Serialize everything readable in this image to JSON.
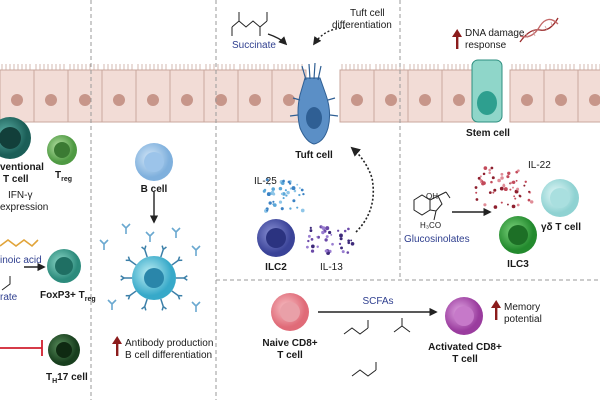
{
  "labels": {
    "conventional_t_cell_a": "ventional",
    "conventional_t_cell_b": "T cell",
    "treg_top": "T",
    "treg_top_sub": "reg",
    "ifn_a": "IFN-γ",
    "ifn_b": "expression",
    "retinoic_acid": "inoic acid",
    "rate": "rate",
    "foxp3": "FoxP3+ T",
    "foxp3_sub": "reg",
    "th17": "T",
    "th17_sub": "H",
    "th17_tail": "17 cell",
    "b_cell": "B cell",
    "antibody_a": "Antibody production",
    "antibody_b": "B cell differentiation",
    "succinate": "Succinate",
    "tuft_diff_a": "Tuft cell",
    "tuft_diff_b": "differentiation",
    "tuft_cell": "Tuft cell",
    "il25": "IL-25",
    "ilc2": "ILC2",
    "il13": "IL-13",
    "dna_a": "DNA damage",
    "dna_b": "response",
    "stem_cell": "Stem cell",
    "il22": "IL-22",
    "glucosinolates": "Glucosinolates",
    "ilc3": "ILC3",
    "gd_t_cell": "γδ T cell",
    "h3co": "H₃CO",
    "oh": "OH",
    "scfas": "SCFAs",
    "naive_a": "Naive CD8+",
    "naive_b": "T cell",
    "activated_a": "Activated CD8+",
    "activated_b": "T cell",
    "memory_a": "Memory",
    "memory_b": "potential"
  },
  "colors": {
    "epithelium": "#f2dcd6",
    "epithelium_stroke": "#c9a79d",
    "nucleus": "#c7968a",
    "b_cell": "#8ab6e0",
    "ilc2": "#4f57a8",
    "ilc3": "#2e8f3a",
    "gd_t_cell": "#9ed9d9",
    "naive_cd8": "#e57f8a",
    "activated_cd8": "#a548a8",
    "treg": "#5ba34e",
    "foxp3": "#3a9a8c",
    "th17": "#1e4d25",
    "stem_cell": "#3aa79b",
    "tuft_cell": "#4d7fb8",
    "up_arrow": "#8b1c1c",
    "inhibit": "#d11f2e"
  },
  "icons": [
    "up-arrow-icon",
    "dna-helix-icon",
    "antibody-icon",
    "molecule-icon"
  ]
}
